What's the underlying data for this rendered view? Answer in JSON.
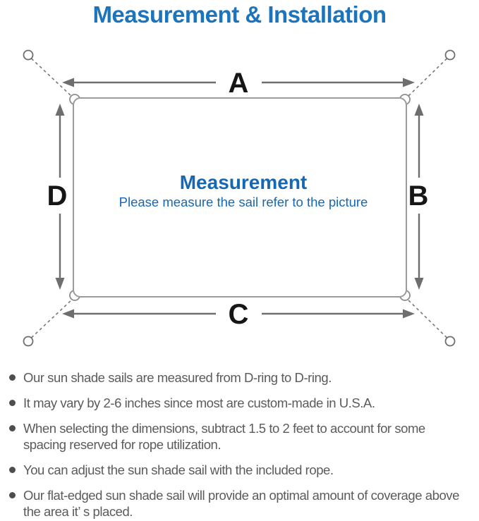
{
  "header": {
    "title": "Measurement & Installation"
  },
  "diagram": {
    "labels": {
      "a": "A",
      "b": "B",
      "c": "C",
      "d": "D"
    },
    "center": {
      "heading": "Measurement",
      "subheading": "Please measure the sail refer to the picture"
    },
    "icons": {
      "anchor_points": "anchor-point-icon",
      "corner_rings": "d-ring-icon",
      "attachment_lines": "dashed-attachment-line",
      "dimension_arrows": "double-headed-arrow"
    },
    "colors": {
      "heading_blue": "#1568b4",
      "outline_gray": "#9b9b9b",
      "arrow_gray": "#6e6e6e",
      "label_black": "#161616"
    }
  },
  "notes": {
    "items": [
      "Our sun shade sails are measured from D-ring to D-ring.",
      "It may vary by 2-6 inches since most are custom-made in U.S.A.",
      "When selecting the dimensions, subtract 1.5 to 2 feet to account for some spacing reserved for rope utilization.",
      "You can adjust the sun shade sail with the included rope.",
      "Our flat-edged sun shade sail will provide an optimal amount of coverage above the area it’ s placed."
    ],
    "text_color": "#5b5b5b"
  },
  "page": {
    "title_color": "#1b74bc",
    "background": "#ffffff"
  }
}
